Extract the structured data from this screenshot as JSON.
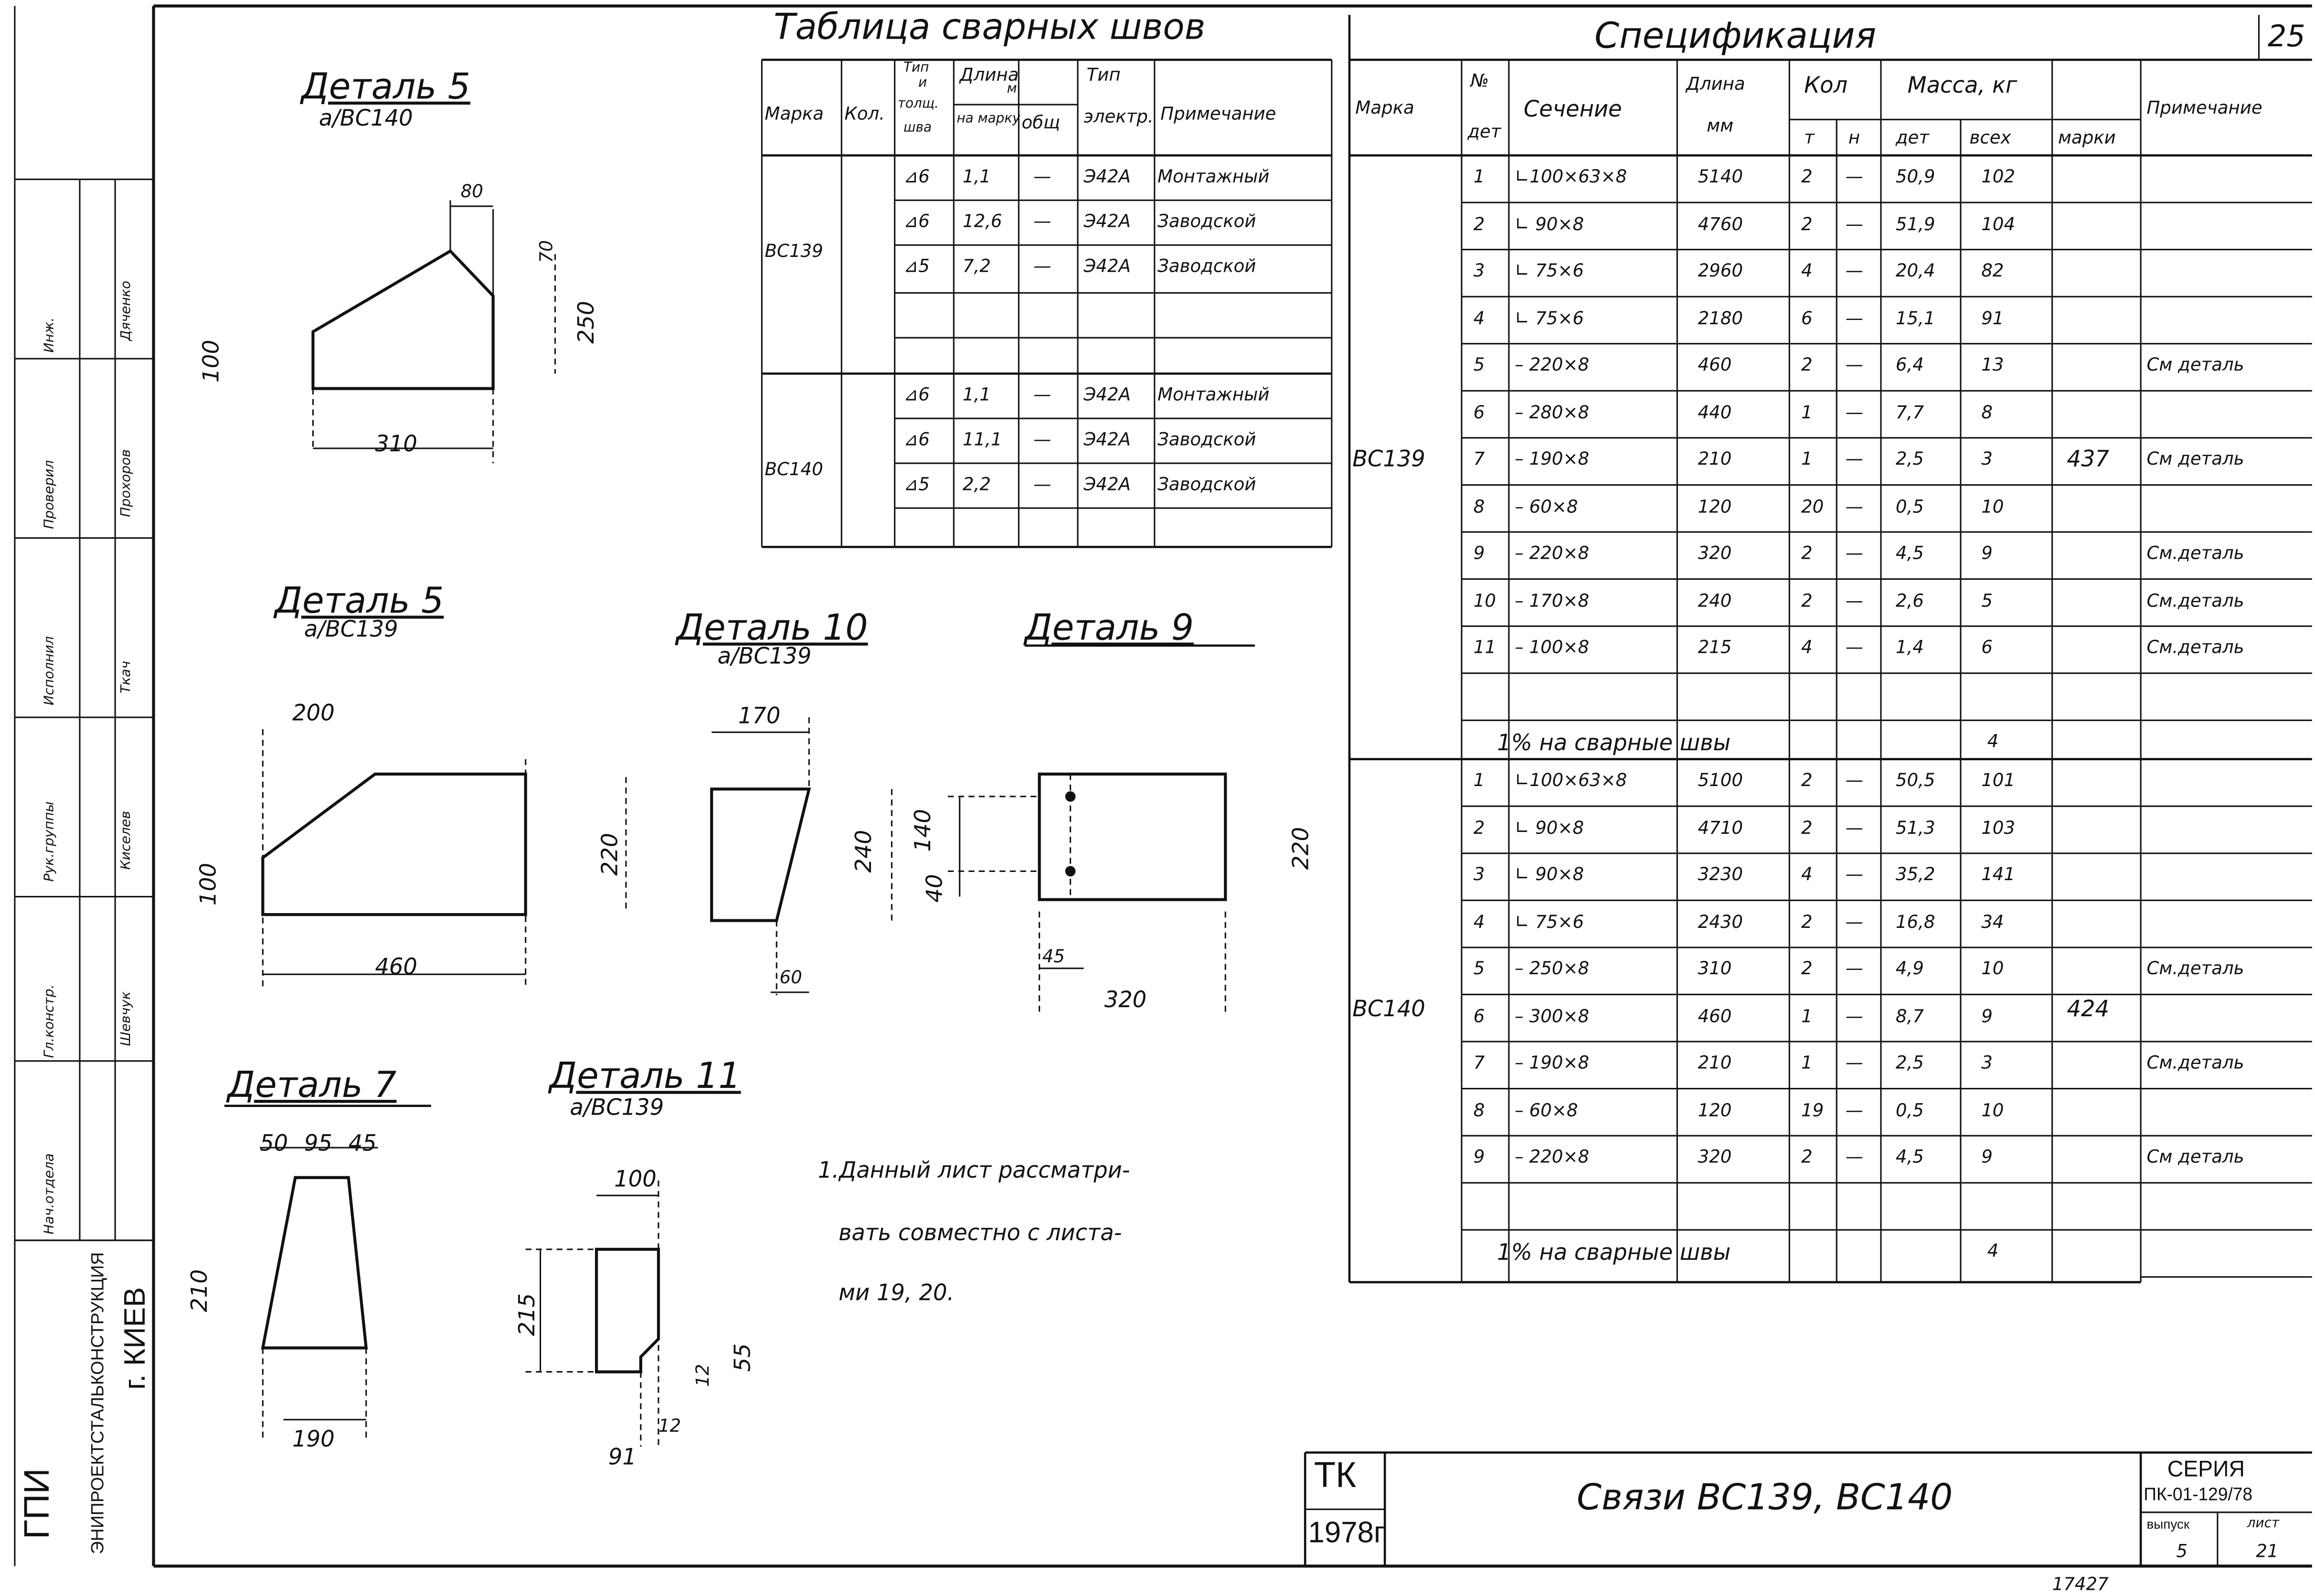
{
  "sheet_number": "25",
  "weld_table": {
    "title": "Таблица сварных швов",
    "headers": {
      "mark": "Марка",
      "qty": "Кол.",
      "type_l1": "Тип",
      "type_l2": "и",
      "type_l3": "толщ.",
      "type_l4": "шва",
      "length": "Длина",
      "length_unit": "м",
      "per_mark": "на марку",
      "total": "общ",
      "electrode_l1": "Тип",
      "electrode_l2": "электр.",
      "note": "Примечание"
    },
    "groups": [
      {
        "mark": "ВС139",
        "rows": [
          {
            "type": "⊿6",
            "per_mark": "1,1",
            "total": "—",
            "electrode": "Э42А",
            "note": "Монтажный"
          },
          {
            "type": "⊿6",
            "per_mark": "12,6",
            "total": "—",
            "electrode": "Э42А",
            "note": "Заводской"
          },
          {
            "type": "⊿5",
            "per_mark": "7,2",
            "total": "—",
            "electrode": "Э42А",
            "note": "Заводской"
          }
        ]
      },
      {
        "mark": "ВС140",
        "rows": [
          {
            "type": "⊿6",
            "per_mark": "1,1",
            "total": "—",
            "electrode": "Э42А",
            "note": "Монтажный"
          },
          {
            "type": "⊿6",
            "per_mark": "11,1",
            "total": "—",
            "electrode": "Э42А",
            "note": "Заводской"
          },
          {
            "type": "⊿5",
            "per_mark": "2,2",
            "total": "—",
            "electrode": "Э42А",
            "note": "Заводской"
          }
        ]
      }
    ]
  },
  "spec": {
    "title": "Спецификация",
    "headers": {
      "mark": "Марка",
      "det_l1": "№",
      "det_l2": "дет",
      "section": "Сечение",
      "length_l1": "Длина",
      "length_l2": "мм",
      "qty": "Кол",
      "qty_t": "т",
      "qty_n": "н",
      "mass": "Масса, кг",
      "mass_det": "дет",
      "mass_all": "всех",
      "mass_mark": "марки",
      "note": "Примечание"
    },
    "groups": [
      {
        "mark": "ВС139",
        "mass_mark": "437",
        "total_label": "1% на сварные швы",
        "total_value": "4",
        "rows": [
          {
            "no": "1",
            "section": "∟100×63×8",
            "length": "5140",
            "t": "2",
            "n": "—",
            "det": "50,9",
            "all": "102",
            "note": ""
          },
          {
            "no": "2",
            "section": "∟ 90×8",
            "length": "4760",
            "t": "2",
            "n": "—",
            "det": "51,9",
            "all": "104",
            "note": ""
          },
          {
            "no": "3",
            "section": "∟ 75×6",
            "length": "2960",
            "t": "4",
            "n": "—",
            "det": "20,4",
            "all": "82",
            "note": ""
          },
          {
            "no": "4",
            "section": "∟ 75×6",
            "length": "2180",
            "t": "6",
            "n": "—",
            "det": "15,1",
            "all": "91",
            "note": ""
          },
          {
            "no": "5",
            "section": "– 220×8",
            "length": "460",
            "t": "2",
            "n": "—",
            "det": "6,4",
            "all": "13",
            "note": "См деталь"
          },
          {
            "no": "6",
            "section": "– 280×8",
            "length": "440",
            "t": "1",
            "n": "—",
            "det": "7,7",
            "all": "8",
            "note": ""
          },
          {
            "no": "7",
            "section": "– 190×8",
            "length": "210",
            "t": "1",
            "n": "—",
            "det": "2,5",
            "all": "3",
            "note": "См деталь"
          },
          {
            "no": "8",
            "section": "– 60×8",
            "length": "120",
            "t": "20",
            "n": "—",
            "det": "0,5",
            "all": "10",
            "note": ""
          },
          {
            "no": "9",
            "section": "– 220×8",
            "length": "320",
            "t": "2",
            "n": "—",
            "det": "4,5",
            "all": "9",
            "note": "См.деталь"
          },
          {
            "no": "10",
            "section": "– 170×8",
            "length": "240",
            "t": "2",
            "n": "—",
            "det": "2,6",
            "all": "5",
            "note": "См.деталь"
          },
          {
            "no": "11",
            "section": "– 100×8",
            "length": "215",
            "t": "4",
            "n": "—",
            "det": "1,4",
            "all": "6",
            "note": "См.деталь"
          }
        ]
      },
      {
        "mark": "ВС140",
        "mass_mark": "424",
        "total_label": "1% на сварные швы",
        "total_value": "4",
        "rows": [
          {
            "no": "1",
            "section": "∟100×63×8",
            "length": "5100",
            "t": "2",
            "n": "—",
            "det": "50,5",
            "all": "101",
            "note": ""
          },
          {
            "no": "2",
            "section": "∟ 90×8",
            "length": "4710",
            "t": "2",
            "n": "—",
            "det": "51,3",
            "all": "103",
            "note": ""
          },
          {
            "no": "3",
            "section": "∟ 90×8",
            "length": "3230",
            "t": "4",
            "n": "—",
            "det": "35,2",
            "all": "141",
            "note": ""
          },
          {
            "no": "4",
            "section": "∟ 75×6",
            "length": "2430",
            "t": "2",
            "n": "—",
            "det": "16,8",
            "all": "34",
            "note": ""
          },
          {
            "no": "5",
            "section": "– 250×8",
            "length": "310",
            "t": "2",
            "n": "—",
            "det": "4,9",
            "all": "10",
            "note": "См.деталь"
          },
          {
            "no": "6",
            "section": "– 300×8",
            "length": "460",
            "t": "1",
            "n": "—",
            "det": "8,7",
            "all": "9",
            "note": ""
          },
          {
            "no": "7",
            "section": "– 190×8",
            "length": "210",
            "t": "1",
            "n": "—",
            "det": "2,5",
            "all": "3",
            "note": "См.деталь"
          },
          {
            "no": "8",
            "section": "– 60×8",
            "length": "120",
            "t": "19",
            "n": "—",
            "det": "0,5",
            "all": "10",
            "note": ""
          },
          {
            "no": "9",
            "section": "– 220×8",
            "length": "320",
            "t": "2",
            "n": "—",
            "det": "4,5",
            "all": "9",
            "note": "См деталь"
          }
        ]
      }
    ]
  },
  "details": {
    "d5a": {
      "title": "Деталь 5",
      "sub": "а/ВС140",
      "dims": [
        "80",
        "70",
        "250",
        "100",
        "310"
      ]
    },
    "d5b": {
      "title": "Деталь 5",
      "sub": "а/ВС139",
      "dims": [
        "200",
        "100",
        "460",
        "220"
      ]
    },
    "d10": {
      "title": "Деталь 10",
      "sub": "а/ВС139",
      "dims": [
        "170",
        "240",
        "60"
      ]
    },
    "d9": {
      "title": "Деталь 9",
      "dims": [
        "140",
        "40",
        "45",
        "320",
        "220"
      ]
    },
    "d7": {
      "title": "Деталь 7",
      "dims": [
        "50",
        "95",
        "45",
        "210",
        "190"
      ]
    },
    "d11": {
      "title": "Деталь 11",
      "sub": "а/ВС139",
      "dims": [
        "100",
        "215",
        "12",
        "55",
        "12",
        "91"
      ]
    }
  },
  "note": {
    "line1": "1.Данный лист рассматри-",
    "line2": "вать совместно с листа-",
    "line3": "ми 19, 20."
  },
  "title_block": {
    "stamp_tk": "ТК",
    "stamp_year": "1978г",
    "title": "Связи ВС139, ВС140",
    "series_label": "СЕРИЯ",
    "series_code": "ПК-01-129/78",
    "issue_label": "выпуск",
    "issue_value": "5",
    "sheet_label": "лист",
    "sheet_value": "21",
    "bottom_number": "17427"
  },
  "sidebar": {
    "org_line1": "ГПИ",
    "org_line2": "ЭНИПРОЕКТСТАЛЬКОНСТРУКЦИЯ",
    "org_line3": "г. КИЕВ",
    "roles": [
      "Нач.отдела",
      "Гл.констр.",
      "Рук.группы",
      "Исполнил",
      "Проверил",
      "Инж."
    ],
    "names": [
      "Шевчук",
      "Киселев",
      "Ткач",
      "Прохоров",
      "Дяченко"
    ]
  }
}
